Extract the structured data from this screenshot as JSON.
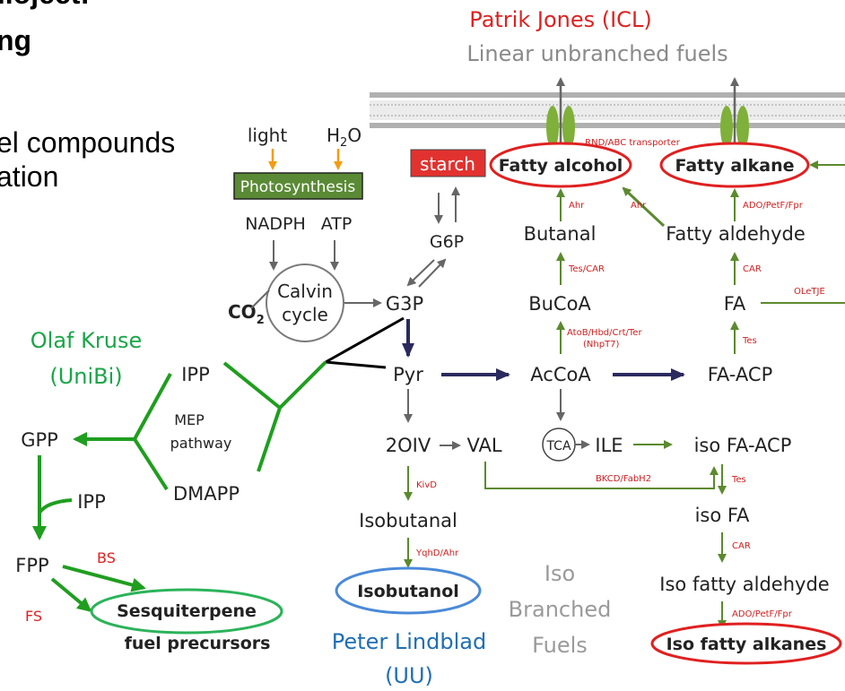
{
  "slide": {
    "title_line1_fragment": "...oject:",
    "title_line2_fragment": "ng",
    "body_line1_fragment": "el compounds",
    "body_line2_fragment": "ation"
  },
  "researchers": {
    "patrik": {
      "name": "Patrik Jones (ICL)",
      "color": "#dd2222"
    },
    "olaf_name": "Olaf Kruse",
    "olaf_affil": "(UniBi)",
    "olaf_color": "#1aa648",
    "peter_name": "Peter Lindblad",
    "peter_affil": "(UU)",
    "peter_color": "#1f6fb2"
  },
  "headers": {
    "linear": "Linear unbranched fuels",
    "iso_1": "Iso",
    "iso_2": "Branched",
    "iso_3": "Fuels"
  },
  "photosynthesis": {
    "light": "light",
    "water": "H",
    "water_sub": "2",
    "water_end": "O",
    "box": "Photosynthesis",
    "nadph": "NADPH",
    "atp": "ATP",
    "calvin_1": "Calvin",
    "calvin_2": "cycle",
    "co2": "CO",
    "co2_sub": "2"
  },
  "metabolites": {
    "starch": "starch",
    "g6p": "G6P",
    "g3p": "G3P",
    "pyr": "Pyr",
    "accoa": "AcCoA",
    "bucoa": "BuCoA",
    "butanal": "Butanal",
    "fatty_alcohol": "Fatty alcohol",
    "fatty_alkane": "Fatty alkane",
    "fatty_aldehyde": "Fatty aldehyde",
    "fa": "FA",
    "fa_acp": "FA-ACP",
    "oiv": "2OIV",
    "val": "VAL",
    "tca": "TCA",
    "ile": "ILE",
    "iso_fa_acp": "iso FA-ACP",
    "iso_fa": "iso FA",
    "iso_fatty_aldehyde": "Iso fatty aldehyde",
    "iso_fatty_alkanes": "Iso fatty alkanes",
    "isobutanal": "Isobutanal",
    "isobutanol": "Isobutanol",
    "ipp": "IPP",
    "mep_1": "MEP",
    "mep_2": "pathway",
    "dmapp": "DMAPP",
    "gpp": "GPP",
    "ipp2": "IPP",
    "fpp": "FPP",
    "sesq_1": "Sesquiterpene",
    "sesq_2": "fuel precursors"
  },
  "enzymes": {
    "transporter": "RND/ABC transporter",
    "ahr1": "Ahr",
    "ahr2": "Ahr",
    "ado1": "ADO/PetF/Fpr",
    "tes_car": "Tes/CAR",
    "car1": "CAR",
    "oletje": "OLeTJE",
    "atob_1": "AtoB/Hbd/Crt/Ter",
    "atob_2": "(NhpT7)",
    "tes1": "Tes",
    "bkcd": "BKCD/FabH2",
    "tes2": "Tes",
    "kivd": "KivD",
    "car2": "CAR",
    "yqhd": "YqhD/Ahr",
    "ado2": "ADO/PetF/Fpr",
    "bs": "BS",
    "fs": "FS"
  },
  "colors": {
    "pathway_green": "#5b8a2e",
    "mep_green": "#1f9e1f",
    "flux_navy": "#2b2a5e",
    "arrow_gray": "#666666",
    "sun_orange": "#f39c12",
    "photo_box": "#5a8a35",
    "starch_red": "#e2322f",
    "ellipse_red": "#e02020",
    "ellipse_blue": "#4a8ad8",
    "ellipse_green": "#2bb35a",
    "enzyme_red": "#cc2020",
    "header_gray": "#8a8a8a"
  }
}
